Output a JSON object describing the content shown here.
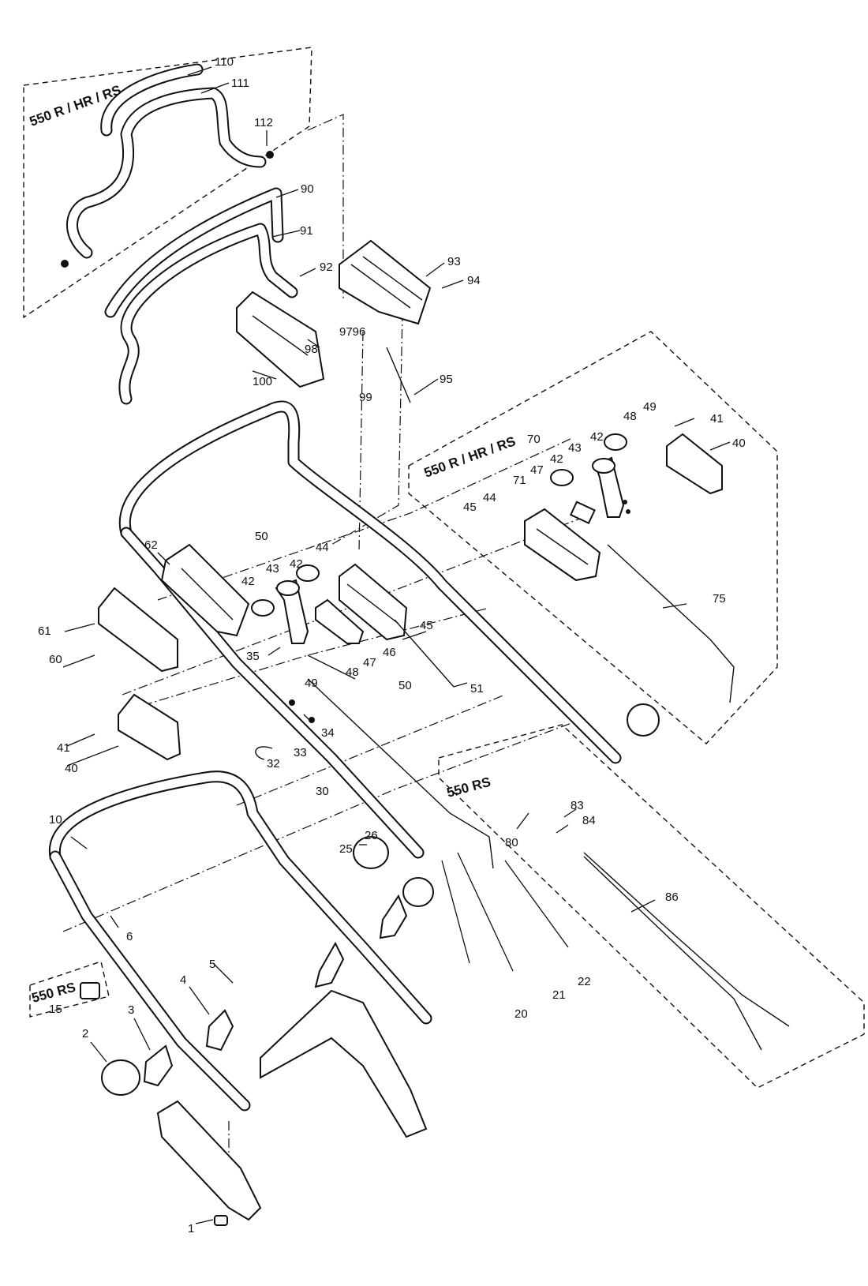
{
  "groups": {
    "top_left": "550 R / HR / RS",
    "right": "550 R / HR / RS",
    "rs_mid": "550 RS",
    "rs_bottom": "550 RS"
  },
  "part_numbers": {
    "p1": "1",
    "p2": "2",
    "p3": "3",
    "p4": "4",
    "p5": "5",
    "p6": "6",
    "p10": "10",
    "p15": "15",
    "p20": "20",
    "p21": "21",
    "p22": "22",
    "p25": "25",
    "p26": "26",
    "p30": "30",
    "p32": "32",
    "p33": "33",
    "p34": "34",
    "p35": "35",
    "p40a": "40",
    "p40b": "40",
    "p41a": "41",
    "p41b": "41",
    "p42a": "42",
    "p42b": "42",
    "p42c": "42",
    "p42d": "42",
    "p43a": "43",
    "p43b": "43",
    "p44a": "44",
    "p44b": "44",
    "p45a": "45",
    "p45b": "45",
    "p46": "46",
    "p47a": "47",
    "p47b": "47",
    "p48a": "48",
    "p48b": "48",
    "p49a": "49",
    "p49b": "49",
    "p50a": "50",
    "p50b": "50",
    "p51": "51",
    "p60": "60",
    "p61": "61",
    "p62": "62",
    "p70": "70",
    "p71": "71",
    "p75": "75",
    "p80": "80",
    "p83": "83",
    "p84": "84",
    "p86": "86",
    "p90": "90",
    "p91": "91",
    "p92": "92",
    "p93": "93",
    "p94": "94",
    "p95": "95",
    "p9796": "9796",
    "p98": "98",
    "p99": "99",
    "p100": "100",
    "p110": "110",
    "p111": "111",
    "p112": "112"
  }
}
